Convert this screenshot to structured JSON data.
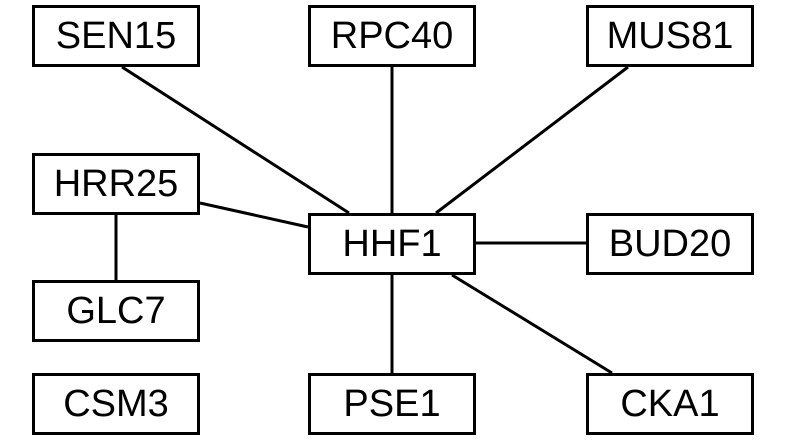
{
  "nodes": {
    "SEN15": "SEN15",
    "RPC40": "RPC40",
    "MUS81": "MUS81",
    "HRR25": "HRR25",
    "HHF1": "HHF1",
    "BUD20": "BUD20",
    "GLC7": "GLC7",
    "CSM3": "CSM3",
    "PSE1": "PSE1",
    "CKA1": "CKA1"
  },
  "edges": [
    [
      "HHF1",
      "SEN15"
    ],
    [
      "HHF1",
      "RPC40"
    ],
    [
      "HHF1",
      "MUS81"
    ],
    [
      "HHF1",
      "HRR25"
    ],
    [
      "HHF1",
      "BUD20"
    ],
    [
      "HHF1",
      "PSE1"
    ],
    [
      "HHF1",
      "CKA1"
    ],
    [
      "HRR25",
      "GLC7"
    ]
  ],
  "colors": {
    "stroke": "#000000",
    "background": "#ffffff",
    "text": "#000000"
  }
}
